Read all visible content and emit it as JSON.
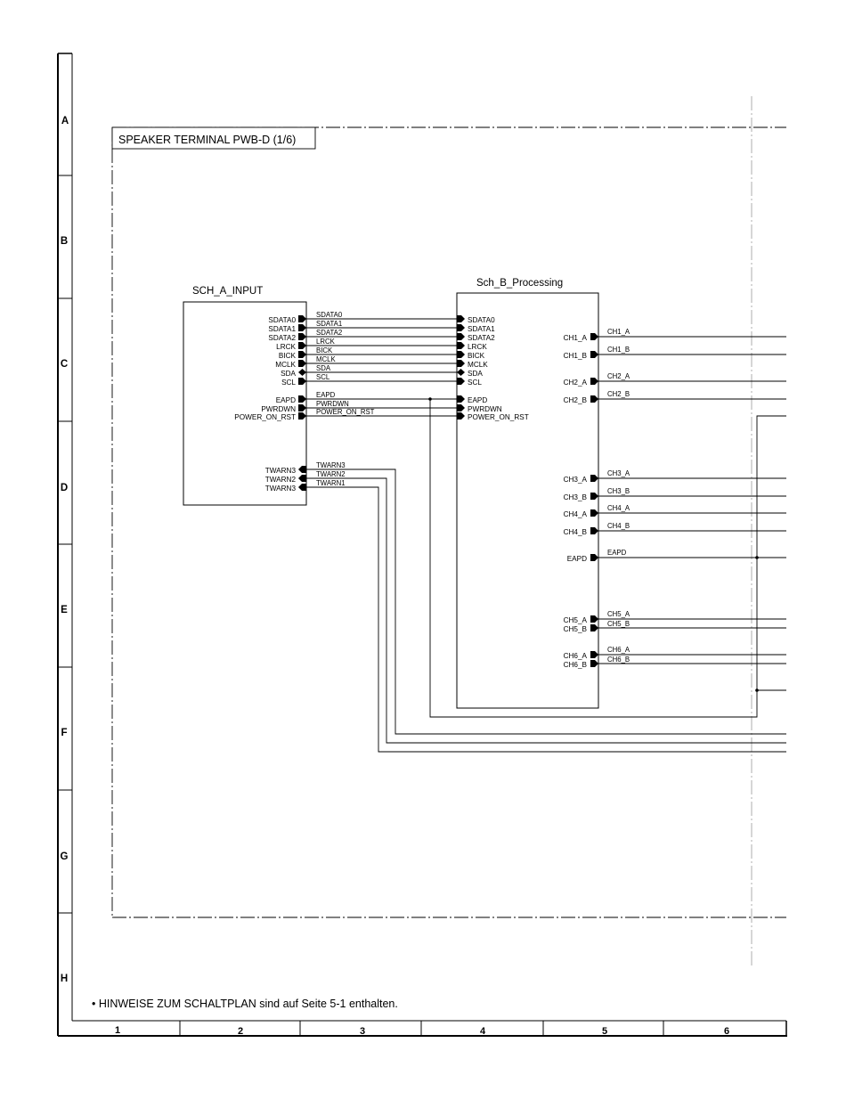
{
  "sheet": {
    "title": "SPEAKER TERMINAL PWB-D (1/6)",
    "rows": [
      "A",
      "B",
      "C",
      "D",
      "E",
      "F",
      "G",
      "H"
    ],
    "columns": [
      "1",
      "2",
      "3",
      "4",
      "5",
      "6"
    ],
    "footnote": "• HINWEISE ZUM SCHALTPLAN sind auf Seite 5-1 enthalten."
  },
  "blocks": {
    "input": {
      "title": "SCH_A_INPUT",
      "pins": [
        "SDATA0",
        "SDATA1",
        "SDATA2",
        "LRCK",
        "BICK",
        "MCLK",
        "SDA",
        "SCL",
        "EAPD",
        "PWRDWN",
        "POWER_ON_RST",
        "TWARN3",
        "TWARN2",
        "TWARN3"
      ]
    },
    "processing": {
      "title": "Sch_B_Processing",
      "left_pins": [
        "SDATA0",
        "SDATA1",
        "SDATA2",
        "LRCK",
        "BICK",
        "MCLK",
        "SDA",
        "SCL",
        "EAPD",
        "PWRDWN",
        "POWER_ON_RST"
      ],
      "right_pins": [
        "CH1_A",
        "CH1_B",
        "CH2_A",
        "CH2_B",
        "CH3_A",
        "CH3_B",
        "CH4_A",
        "CH4_B",
        "EAPD",
        "CH5_A",
        "CH5_B",
        "CH6_A",
        "CH6_B"
      ]
    }
  },
  "nets": {
    "bus": [
      "SDATA0",
      "SDATA1",
      "SDATA2",
      "LRCK",
      "BICK",
      "MCLK",
      "SDA",
      "SCL",
      "EAPD",
      "PWRDWN",
      "POWER_ON_RST"
    ],
    "twarn": [
      "TWARN3",
      "TWARN2",
      "TWARN1"
    ],
    "outputs": [
      "CH1_A",
      "CH1_B",
      "CH2_A",
      "CH2_B",
      "CH3_A",
      "CH3_B",
      "CH4_A",
      "CH4_B",
      "EAPD",
      "CH5_A",
      "CH5_B",
      "CH6_A",
      "CH6_B"
    ]
  }
}
